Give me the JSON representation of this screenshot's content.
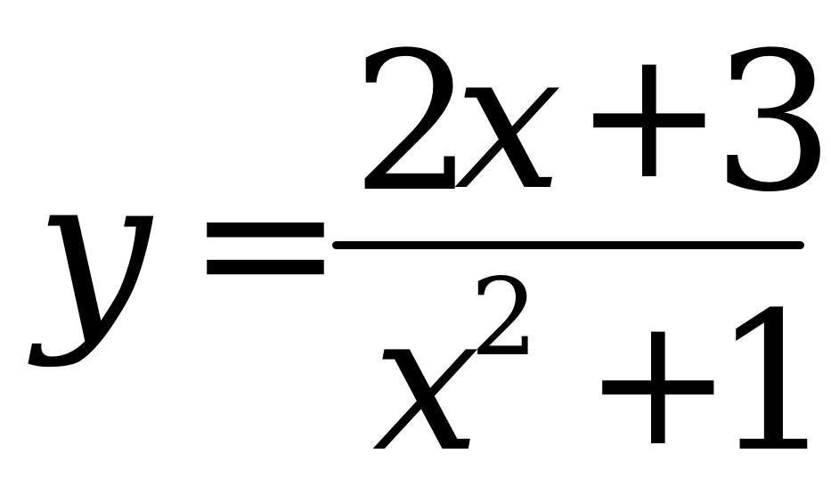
{
  "formula": {
    "lhs": "y",
    "equals": "=",
    "numerator": {
      "coefficient": "2",
      "variable": "x",
      "operator": "+",
      "constant": "3"
    },
    "denominator": {
      "variable": "x",
      "exponent": "2",
      "operator": "+",
      "constant": "1"
    }
  }
}
